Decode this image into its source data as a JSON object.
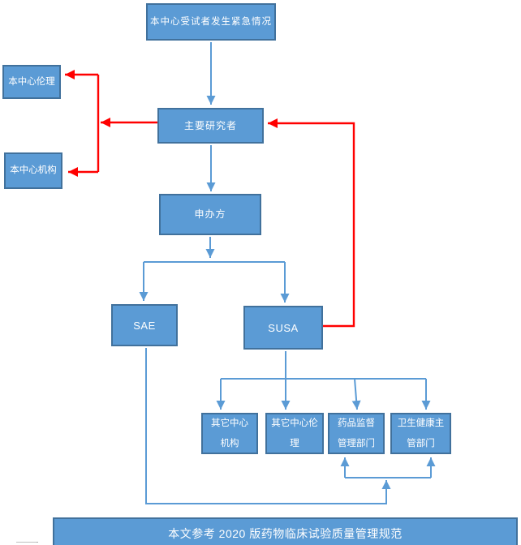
{
  "diagram": {
    "title": "clinical-trial-emergency-reporting-flowchart",
    "colors": {
      "node_fill": "#5b9bd5",
      "node_border": "#41719c",
      "arrow_blue": "#5b9bd5",
      "arrow_red": "#ff0000",
      "text": "#ffffff",
      "background": "#ffffff"
    },
    "nodes": {
      "emergency": {
        "label": "本中心受试者发生紧急情况"
      },
      "center_ethics": {
        "label": "本中心伦理"
      },
      "pi": {
        "label": "主要研究者"
      },
      "center_org": {
        "label": "本中心机构"
      },
      "sponsor": {
        "label": "申办方"
      },
      "sae": {
        "label": "SAE"
      },
      "susa": {
        "label": "SUSA"
      },
      "other_center_org": {
        "label": "其它中心\n机构"
      },
      "other_center_ethics": {
        "label": "其它中心伦\n理"
      },
      "drug_admin": {
        "label": "药品监督\n管理部门"
      },
      "health_admin": {
        "label": "卫生健康主\n管部门"
      }
    },
    "footer": {
      "label": "本文参考 2020 版药物临床试验质量管理规范"
    }
  }
}
